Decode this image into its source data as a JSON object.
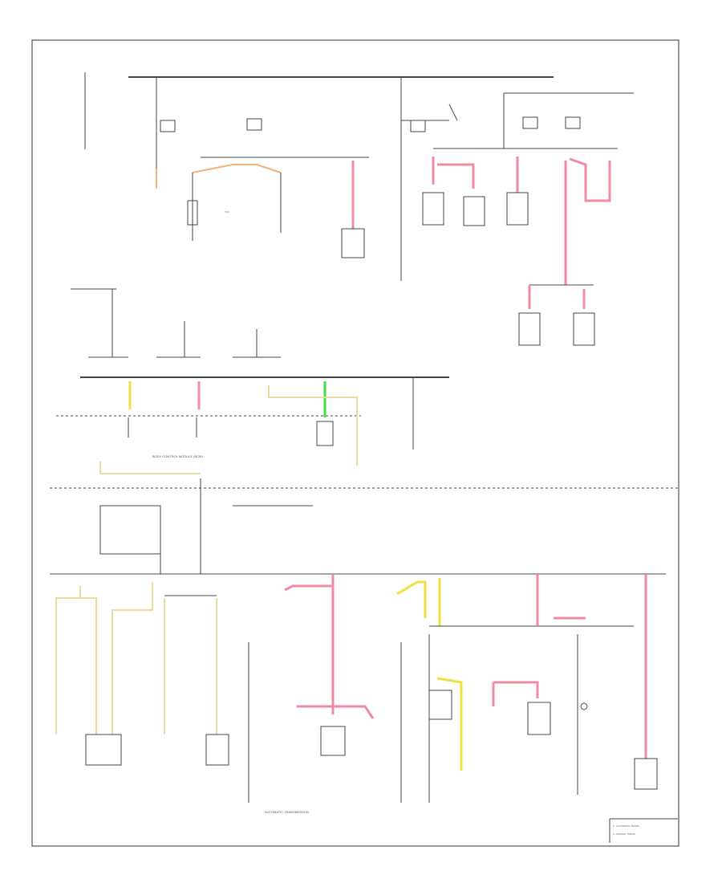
{
  "diagram": {
    "labels": {
      "top_left_note": "",
      "section_body_control": "BODY CONTROL MODULE (BCM)",
      "section_automatic_transmission": "AUTOMATIC TRANSMISSION",
      "section_4wd": "",
      "bottom_left_code": "",
      "legend_1": "1 - AUTOMATIC TRANS",
      "legend_2": "2 - MANUAL TRANS"
    },
    "colors": {
      "pink": "#f08aa0",
      "orange": "#f4b27a",
      "yellow": "#f0e040",
      "tan": "#e9dca3",
      "green": "#44dd44",
      "line": "#444444"
    }
  }
}
